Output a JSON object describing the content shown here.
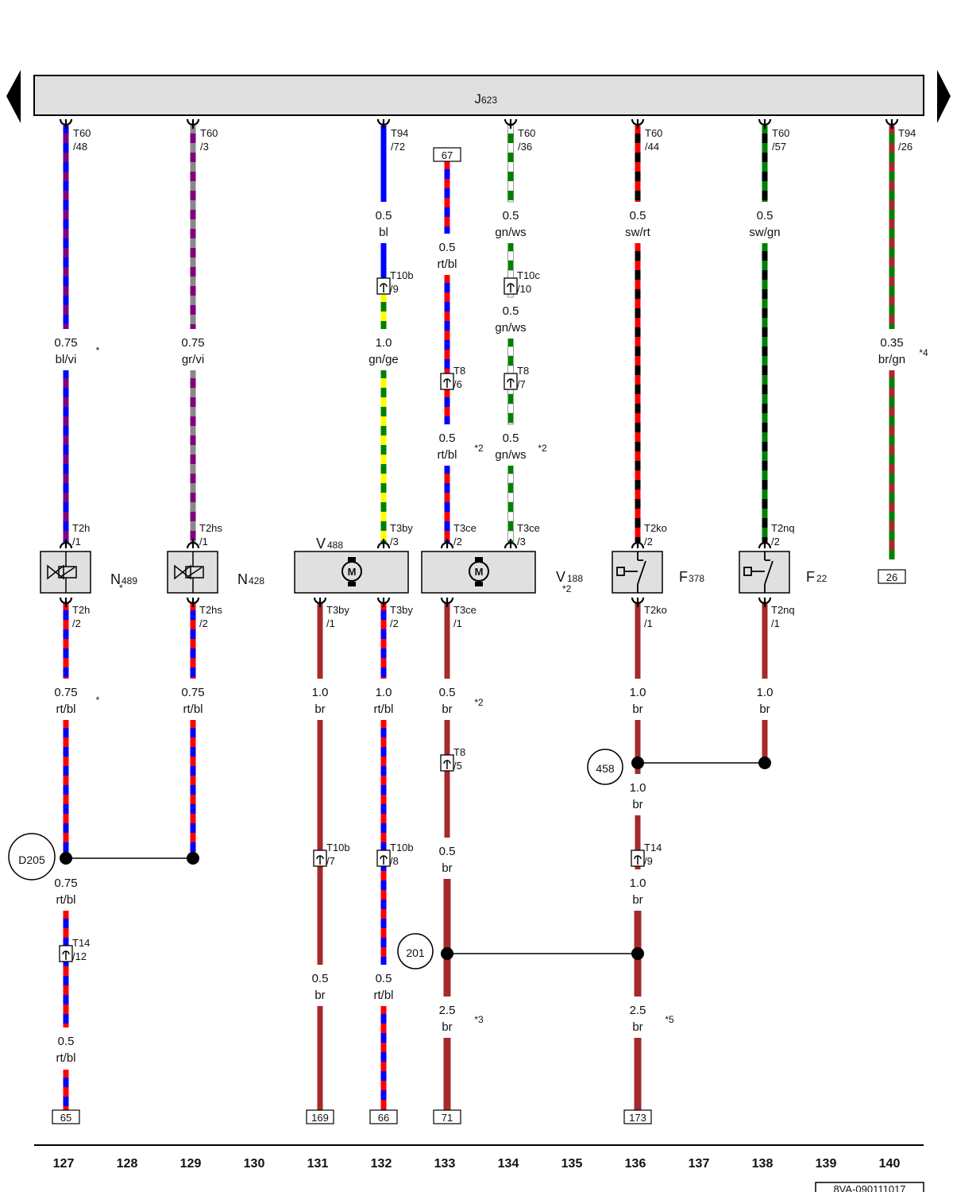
{
  "colors": {
    "bl": "#0000ff",
    "vi": "#800080",
    "gr": "#888888",
    "gn": "#008000",
    "ge": "#ffff00",
    "rt": "#ff0000",
    "ws": "#ffffff",
    "sw": "#000000",
    "br": "#a52a2a",
    "frame": "#000000",
    "bar": "#e0e0e0"
  },
  "control_unit": {
    "label": "J",
    "sub": "623"
  },
  "diagram_id": "8VA-090111017",
  "columns": [
    "127",
    "128",
    "129",
    "130",
    "131",
    "132",
    "133",
    "134",
    "135",
    "136",
    "137",
    "138",
    "139",
    "140"
  ],
  "pins": [
    {
      "name": "T60",
      "pin": "/48"
    },
    {
      "name": "T60",
      "pin": "/3"
    },
    {
      "name": "T94",
      "pin": "/72"
    },
    {
      "name": "T60",
      "pin": "/36"
    },
    {
      "name": "T60",
      "pin": "/44"
    },
    {
      "name": "T60",
      "pin": "/57"
    },
    {
      "name": "T94",
      "pin": "/26"
    }
  ],
  "wire_labels": [
    {
      "size": "0.75",
      "color": "bl/vi",
      "note": "*"
    },
    {
      "size": "0.75",
      "color": "gr/vi",
      "note": ""
    },
    {
      "size": "0.5",
      "color": "bl",
      "note": ""
    },
    {
      "size": "1.0",
      "color": "gn/ge",
      "note": ""
    },
    {
      "size": "0.5",
      "color": "rt/bl",
      "note": ""
    },
    {
      "size": "0.5",
      "color": "rt/bl",
      "note": "*2"
    },
    {
      "size": "0.5",
      "color": "gn/ws",
      "note": ""
    },
    {
      "size": "0.5",
      "color": "gn/ws",
      "note": ""
    },
    {
      "size": "0.5",
      "color": "gn/ws",
      "note": "*2"
    },
    {
      "size": "0.5",
      "color": "sw/rt",
      "note": ""
    },
    {
      "size": "0.5",
      "color": "sw/gn",
      "note": ""
    },
    {
      "size": "0.35",
      "color": "br/gn",
      "note": "*4"
    },
    {
      "size": "0.75",
      "color": "rt/bl",
      "note": "*"
    },
    {
      "size": "0.75",
      "color": "rt/bl",
      "note": ""
    },
    {
      "size": "1.0",
      "color": "br",
      "note": ""
    },
    {
      "size": "1.0",
      "color": "rt/bl",
      "note": ""
    },
    {
      "size": "0.5",
      "color": "br",
      "note": "*2"
    },
    {
      "size": "1.0",
      "color": "br",
      "note": ""
    },
    {
      "size": "1.0",
      "color": "br",
      "note": ""
    },
    {
      "size": "1.0",
      "color": "br",
      "note": ""
    },
    {
      "size": "0.75",
      "color": "rt/bl",
      "note": ""
    },
    {
      "size": "0.5",
      "color": "br",
      "note": ""
    },
    {
      "size": "1.0",
      "color": "br",
      "note": ""
    },
    {
      "size": "0.5",
      "color": "rt/bl",
      "note": ""
    },
    {
      "size": "0.5",
      "color": "br",
      "note": ""
    },
    {
      "size": "0.5",
      "color": "rt/bl",
      "note": ""
    },
    {
      "size": "2.5",
      "color": "br",
      "note": "*3"
    },
    {
      "size": "2.5",
      "color": "br",
      "note": "*5"
    }
  ],
  "connectors": [
    {
      "name": "T10b",
      "pin": "/9"
    },
    {
      "name": "T10c",
      "pin": "/10"
    },
    {
      "name": "T8",
      "pin": "/6"
    },
    {
      "name": "T8",
      "pin": "/7"
    },
    {
      "name": "T8",
      "pin": "/5"
    },
    {
      "name": "T10b",
      "pin": "/7"
    },
    {
      "name": "T10b",
      "pin": "/8"
    },
    {
      "name": "T14",
      "pin": "/9"
    },
    {
      "name": "T14",
      "pin": "/12"
    }
  ],
  "component_pins": [
    {
      "name": "T2h",
      "pin": "/1"
    },
    {
      "name": "T2hs",
      "pin": "/1"
    },
    {
      "name": "T3by",
      "pin": "/3"
    },
    {
      "name": "T3ce",
      "pin": "/2"
    },
    {
      "name": "T3ce",
      "pin": "/3"
    },
    {
      "name": "T2ko",
      "pin": "/2"
    },
    {
      "name": "T2nq",
      "pin": "/2"
    },
    {
      "name": "T2h",
      "pin": "/2"
    },
    {
      "name": "T2hs",
      "pin": "/2"
    },
    {
      "name": "T3by",
      "pin": "/1"
    },
    {
      "name": "T3by",
      "pin": "/2"
    },
    {
      "name": "T3ce",
      "pin": "/1"
    },
    {
      "name": "T2ko",
      "pin": "/1"
    },
    {
      "name": "T2nq",
      "pin": "/1"
    }
  ],
  "components": [
    {
      "label": "N",
      "sub": "489",
      "note": "*"
    },
    {
      "label": "N",
      "sub": "428",
      "note": ""
    },
    {
      "label": "V",
      "sub": "488",
      "note": ""
    },
    {
      "label": "V",
      "sub": "188",
      "note": "*2"
    },
    {
      "label": "F",
      "sub": "378",
      "note": ""
    },
    {
      "label": "F",
      "sub": "22",
      "note": ""
    }
  ],
  "refs": [
    "67",
    "26",
    "65",
    "169",
    "66",
    "71",
    "173"
  ],
  "ground_points": [
    "458",
    "D205",
    "201"
  ]
}
